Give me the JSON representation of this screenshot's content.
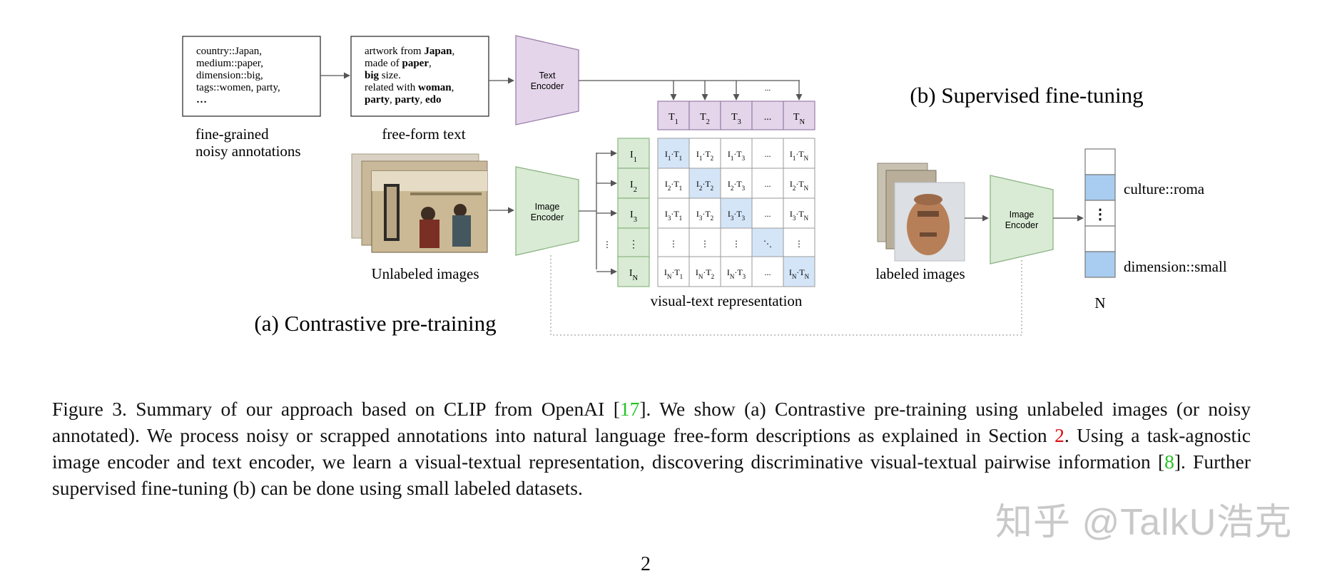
{
  "annotations_box": {
    "lines": [
      "country::Japan,",
      "medium::paper,",
      "dimension::big,",
      "tags::women, party,",
      "…"
    ],
    "label_lines": [
      "fine-grained",
      "noisy annotations"
    ]
  },
  "freeform_box": {
    "lines": [
      [
        {
          "t": "artwork from ",
          "b": false
        },
        {
          "t": "Japan",
          "b": true
        },
        {
          "t": ",",
          "b": false
        }
      ],
      [
        {
          "t": "made of ",
          "b": false
        },
        {
          "t": "paper",
          "b": true
        },
        {
          "t": ",",
          "b": false
        }
      ],
      [
        {
          "t": "big",
          "b": true
        },
        {
          "t": " size.",
          "b": false
        }
      ],
      [
        {
          "t": "related with ",
          "b": false
        },
        {
          "t": "woman",
          "b": true
        },
        {
          "t": ",",
          "b": false
        }
      ],
      [
        {
          "t": "party",
          "b": true
        },
        {
          "t": ", ",
          "b": false
        },
        {
          "t": "party",
          "b": true
        },
        {
          "t": ", ",
          "b": false
        },
        {
          "t": "edo",
          "b": true
        }
      ]
    ],
    "label": "free-form text"
  },
  "text_encoder": {
    "lines": [
      "Text",
      "Encoder"
    ]
  },
  "image_encoder_a": {
    "lines": [
      "Image",
      "Encoder"
    ]
  },
  "image_encoder_b": {
    "lines": [
      "Image",
      "Encoder"
    ]
  },
  "unlabeled_label": "Unlabeled images",
  "labeled_label": "labeled images",
  "section_a_title": "(a) Contrastive pre-training",
  "section_b_title": "(b) Supervised fine-tuning",
  "matrix_label": "visual-text representation",
  "top_arrows_dots": "...",
  "text_tokens": [
    {
      "base": "T",
      "sub": "1"
    },
    {
      "base": "T",
      "sub": "2"
    },
    {
      "base": "T",
      "sub": "3"
    },
    {
      "base": "...",
      "sub": ""
    },
    {
      "base": "T",
      "sub": "N"
    }
  ],
  "image_tokens": [
    {
      "base": "I",
      "sub": "1"
    },
    {
      "base": "I",
      "sub": "2"
    },
    {
      "base": "I",
      "sub": "3"
    },
    {
      "base": "⋮",
      "sub": ""
    },
    {
      "base": "I",
      "sub": "N"
    }
  ],
  "matrix_rows": [
    [
      "I1·T1",
      "I1·T2",
      "I1·T3",
      "...",
      "I1·TN"
    ],
    [
      "I2·T1",
      "I2·T2",
      "I2·T3",
      "...",
      "I2·TN"
    ],
    [
      "I3·T1",
      "I3·T2",
      "I3·T3",
      "...",
      "I3·TN"
    ],
    [
      "⋮",
      "⋮",
      "⋮",
      "⋱",
      "⋮"
    ],
    [
      "IN·T1",
      "IN·T2",
      "IN·T3",
      "...",
      "IN·TN"
    ]
  ],
  "output_column": {
    "label_top": "culture::roma",
    "label_bottom": "dimension::small",
    "middle_dots": "⋮",
    "bottom_label": "N"
  },
  "caption": {
    "before_ref17": "Figure 3. Summary of our approach based on CLIP from OpenAI [",
    "ref17": "17",
    "after_ref17": "]. We show (a) Contrastive pre-training using unlabeled images (or noisy annotated). We process noisy or scrapped annotations into natural language free-form descriptions as explained in Section ",
    "ref2": "2",
    "after_ref2": ". Using a task-agnostic image encoder and text encoder, we learn a visual-textual representation, discovering discriminative visual-textual pairwise information [",
    "ref8": "8",
    "after_ref8": "]. Further supervised fine-tuning (b) can be done using small labeled datasets."
  },
  "page_number": "2",
  "watermark": "知乎 @TalkU浩克",
  "colors": {
    "encoder_text_fill": "#e4d5ea",
    "encoder_text_stroke": "#9a7eaa",
    "encoder_image_fill": "#d9ebd4",
    "encoder_image_stroke": "#8bb384",
    "highlight_cell": "#d5e5f8",
    "output_blue": "#a9cdf0",
    "red_ref": "#dd1111",
    "green_ref": "#22c322"
  }
}
